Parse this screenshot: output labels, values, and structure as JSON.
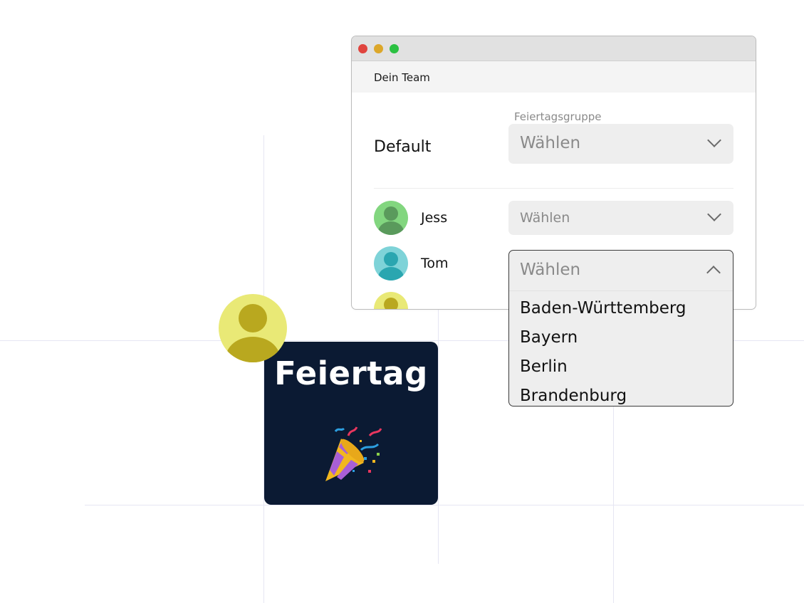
{
  "window": {
    "title": "Dein Team",
    "column_header": "Feiertagsgruppe",
    "default_row": {
      "label": "Default",
      "select_value": "Wählen"
    },
    "members": [
      {
        "name": "Jess",
        "select_value": "Wählen",
        "avatar_color": "#82d67f",
        "avatar_fg": "#5a9a5c"
      },
      {
        "name": "Tom",
        "select_value": "Wählen",
        "avatar_color": "#7ed3d8",
        "avatar_fg": "#2aa6b0"
      },
      {
        "name": "",
        "avatar_color": "#e9e976",
        "avatar_fg": "#b9a81f"
      }
    ]
  },
  "dropdown": {
    "value": "Wählen",
    "options": [
      "Baden-Württemberg",
      "Bayern",
      "Berlin",
      "Brandenburg"
    ]
  },
  "card": {
    "title": "Feiertag",
    "emoji": "🎉",
    "background": "#0b1a33"
  },
  "big_avatar": {
    "color": "#e9e976",
    "fg": "#b9a81f"
  }
}
